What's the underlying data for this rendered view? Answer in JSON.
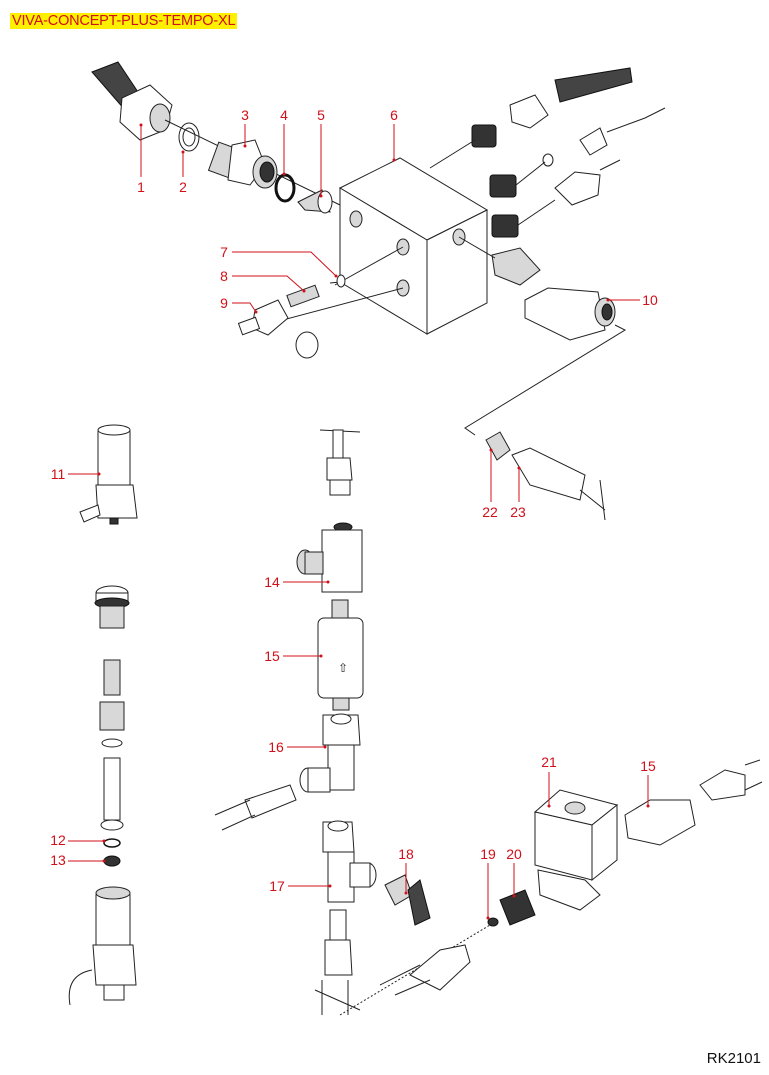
{
  "header": {
    "title": "VIVA-CONCEPT-PLUS-TEMPO-XL",
    "title_bg_color": "#ffef00",
    "title_text_color": "#d0101a"
  },
  "footer": {
    "reference_code": "RK2101"
  },
  "diagram": {
    "type": "exploded parts diagram",
    "label_color": "#d0101a",
    "callouts": [
      {
        "id": "1",
        "label": "1"
      },
      {
        "id": "2",
        "label": "2"
      },
      {
        "id": "3",
        "label": "3"
      },
      {
        "id": "4",
        "label": "4"
      },
      {
        "id": "5",
        "label": "5"
      },
      {
        "id": "6",
        "label": "6"
      },
      {
        "id": "7",
        "label": "7"
      },
      {
        "id": "8",
        "label": "8"
      },
      {
        "id": "9",
        "label": "9"
      },
      {
        "id": "10",
        "label": "10"
      },
      {
        "id": "11",
        "label": "11"
      },
      {
        "id": "12",
        "label": "12"
      },
      {
        "id": "13",
        "label": "13"
      },
      {
        "id": "14",
        "label": "14"
      },
      {
        "id": "15a",
        "label": "15"
      },
      {
        "id": "16",
        "label": "16"
      },
      {
        "id": "17",
        "label": "17"
      },
      {
        "id": "18",
        "label": "18"
      },
      {
        "id": "19",
        "label": "19"
      },
      {
        "id": "20",
        "label": "20"
      },
      {
        "id": "21",
        "label": "21"
      },
      {
        "id": "15b",
        "label": "15"
      },
      {
        "id": "22",
        "label": "22"
      },
      {
        "id": "23",
        "label": "23"
      }
    ]
  }
}
